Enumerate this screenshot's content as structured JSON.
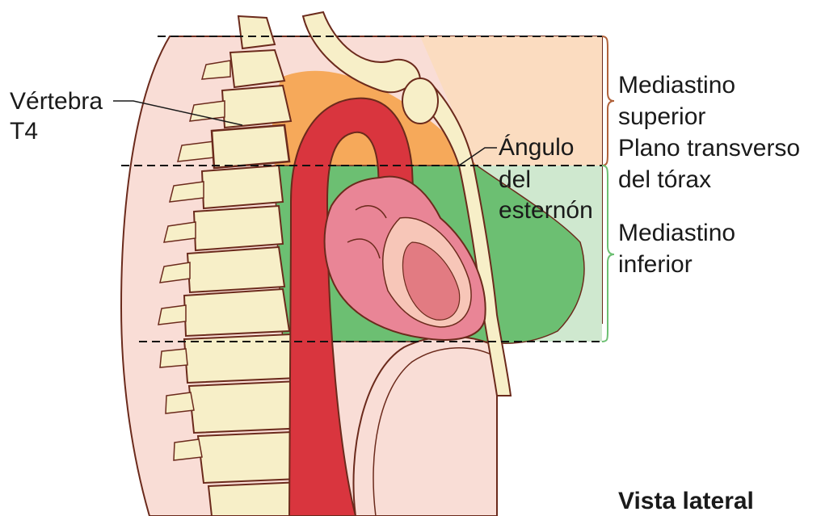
{
  "labels": {
    "vertebra_line1": "Vértebra",
    "vertebra_line2": "T4",
    "angle_line1": "Ángulo",
    "angle_line2": "del",
    "angle_line3": "esternón",
    "sup_line1": "Mediastino",
    "sup_line2": "superior",
    "plane_line1": "Plano transverso",
    "plane_line2": "del tórax",
    "inf_line1": "Mediastino",
    "inf_line2": "inferior",
    "view": "Vista lateral"
  },
  "colors": {
    "body_skin": "#f9ddd6",
    "superior_region": "#f6a95a",
    "superior_box": "#fbdcc0",
    "inferior_region": "#6cbf72",
    "inferior_box": "#cfe8cf",
    "aorta": "#d9353e",
    "bone": "#f7efc8",
    "heart": "#e98596",
    "outline": "#6b2a1c"
  }
}
